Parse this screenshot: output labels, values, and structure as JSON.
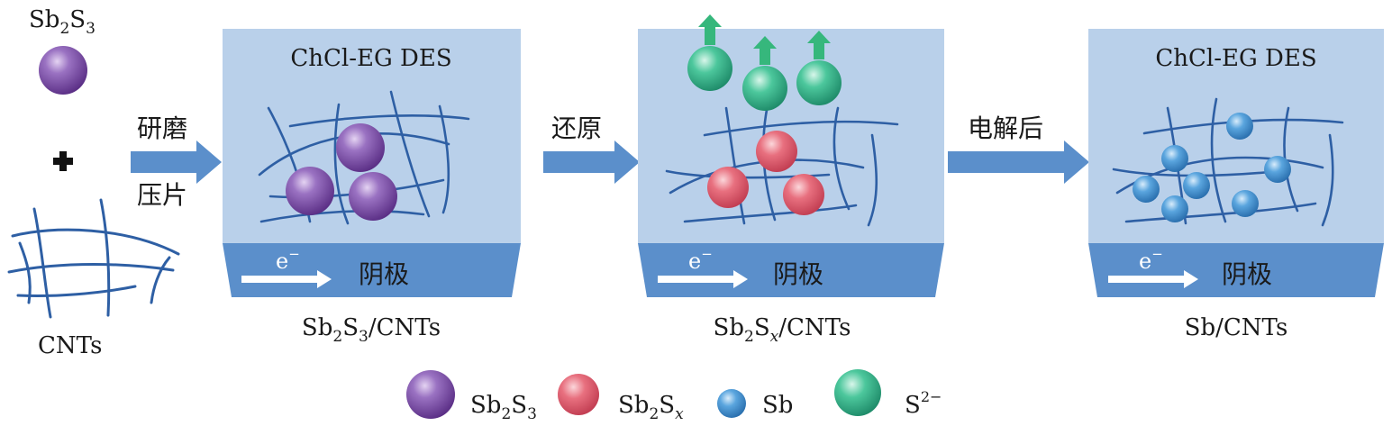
{
  "reactant": {
    "sb": "Sb",
    "sub2": "2",
    "s": "S",
    "sub3": "3",
    "plus": "+",
    "cnts": "CNTs"
  },
  "steps": {
    "step1_line1": "研磨",
    "step1_line2": "压片",
    "step2": "还原",
    "step3": "电解后"
  },
  "panels": [
    {
      "electrolyte": "ChCl-EG DES",
      "electron": "e",
      "electron_sup": "−",
      "cathode": "阴极",
      "caption_a": "Sb",
      "caption_sub1": "2",
      "caption_b": "S",
      "caption_sub2": "3",
      "caption_c": "/CNTs"
    },
    {
      "electrolyte": "",
      "electron": "e",
      "electron_sup": "−",
      "cathode": "阴极",
      "caption_a": "Sb",
      "caption_sub1": "2",
      "caption_b": "S",
      "caption_sub2": "x",
      "caption_c": "/CNTs"
    },
    {
      "electrolyte": "ChCl-EG DES",
      "electron": "e",
      "electron_sup": "−",
      "cathode": "阴极",
      "caption_a": "Sb/CNTs"
    }
  ],
  "legend": [
    {
      "name": "Sb2S3",
      "a": "Sb",
      "sub1": "2",
      "b": "S",
      "sub2": "3",
      "color": "#7b4fa6"
    },
    {
      "name": "Sb2Sx",
      "a": "Sb",
      "sub1": "2",
      "b": "S",
      "sub2": "x",
      "color": "#e0566a"
    },
    {
      "name": "Sb",
      "a": "Sb",
      "color": "#3d8ed0"
    },
    {
      "name": "S2-",
      "a": "S",
      "sup": "2−",
      "color": "#2fae86"
    }
  ],
  "colors": {
    "electrolyte": "#b9d0ea",
    "cathode": "#5b8fcb",
    "arrow": "#5b8fcb",
    "fiber": "#2e5fa4",
    "up_arrow": "#36b77c"
  }
}
